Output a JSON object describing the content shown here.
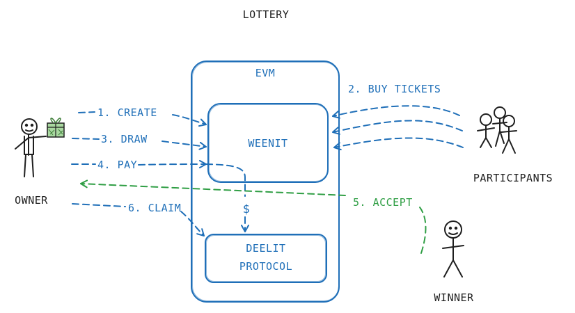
{
  "title": "LOTTERY",
  "evm": {
    "label": "EVM"
  },
  "weenit": {
    "label": "WEENIT"
  },
  "deelit": {
    "line1": "DEELIT",
    "line2": "PROTOCOL"
  },
  "actors": {
    "owner": "OWNER",
    "participants": "PARTICIPANTS",
    "winner": "WINNER"
  },
  "steps": {
    "create": "1. CREATE",
    "buy_tickets": "2. BUY TICKETS",
    "draw": "3. DRAW",
    "pay": "4. PAY",
    "accept": "5. ACCEPT",
    "claim": "6. CLAIM"
  },
  "payment_symbol": "$",
  "colors": {
    "blue": "#1f6fb8",
    "green": "#2f9e44",
    "ink": "#1e1e1e",
    "gift": "#7fb77e"
  }
}
